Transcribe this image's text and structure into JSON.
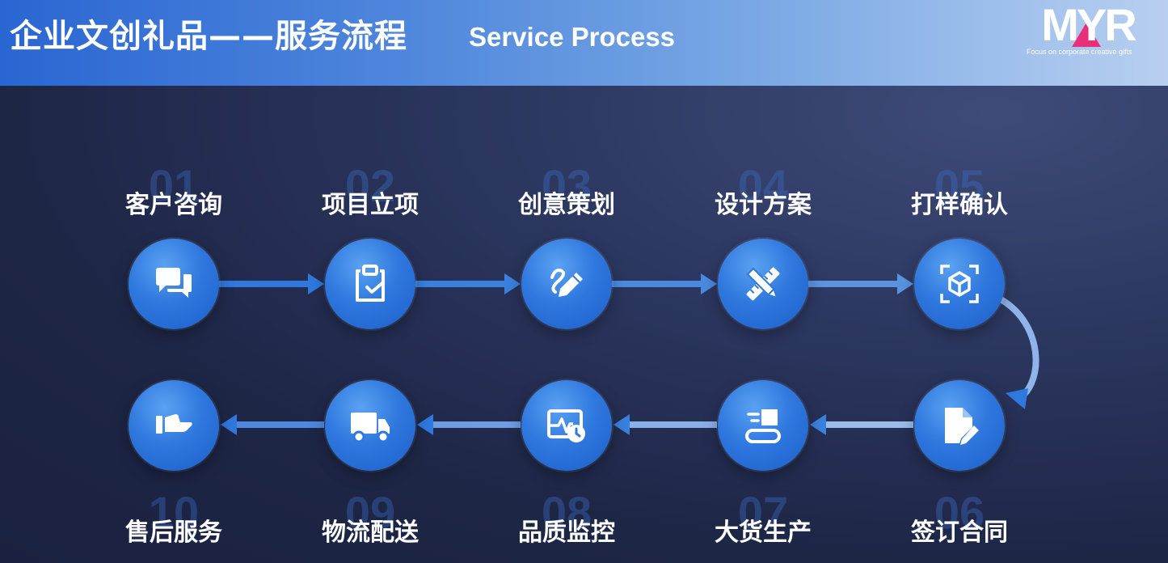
{
  "header": {
    "title_cn": "企业文创礼品——服务流程",
    "title_en": "Service Process",
    "logo": {
      "text": "MYR",
      "tagline": "Focus on corporate creative gifts"
    }
  },
  "colors": {
    "header_start": "#2a66d2",
    "header_end": "#b8cff0",
    "node_blue": "#2f78de",
    "logo_accent": "#e8307a",
    "background": "#1e2646"
  },
  "steps": [
    {
      "num": "01",
      "label": "客户咨询",
      "icon": "chat-bubbles-icon"
    },
    {
      "num": "02",
      "label": "项目立项",
      "icon": "clipboard-check-icon"
    },
    {
      "num": "03",
      "label": "创意策划",
      "icon": "pen-scribble-icon"
    },
    {
      "num": "04",
      "label": "设计方案",
      "icon": "ruler-pencil-icon"
    },
    {
      "num": "05",
      "label": "打样确认",
      "icon": "cube-scan-icon"
    },
    {
      "num": "06",
      "label": "签订合同",
      "icon": "document-sign-icon"
    },
    {
      "num": "07",
      "label": "大货生产",
      "icon": "conveyor-production-icon"
    },
    {
      "num": "08",
      "label": "品质监控",
      "icon": "quality-monitor-icon"
    },
    {
      "num": "09",
      "label": "物流配送",
      "icon": "delivery-truck-icon"
    },
    {
      "num": "10",
      "label": "售后服务",
      "icon": "hand-service-icon"
    }
  ]
}
